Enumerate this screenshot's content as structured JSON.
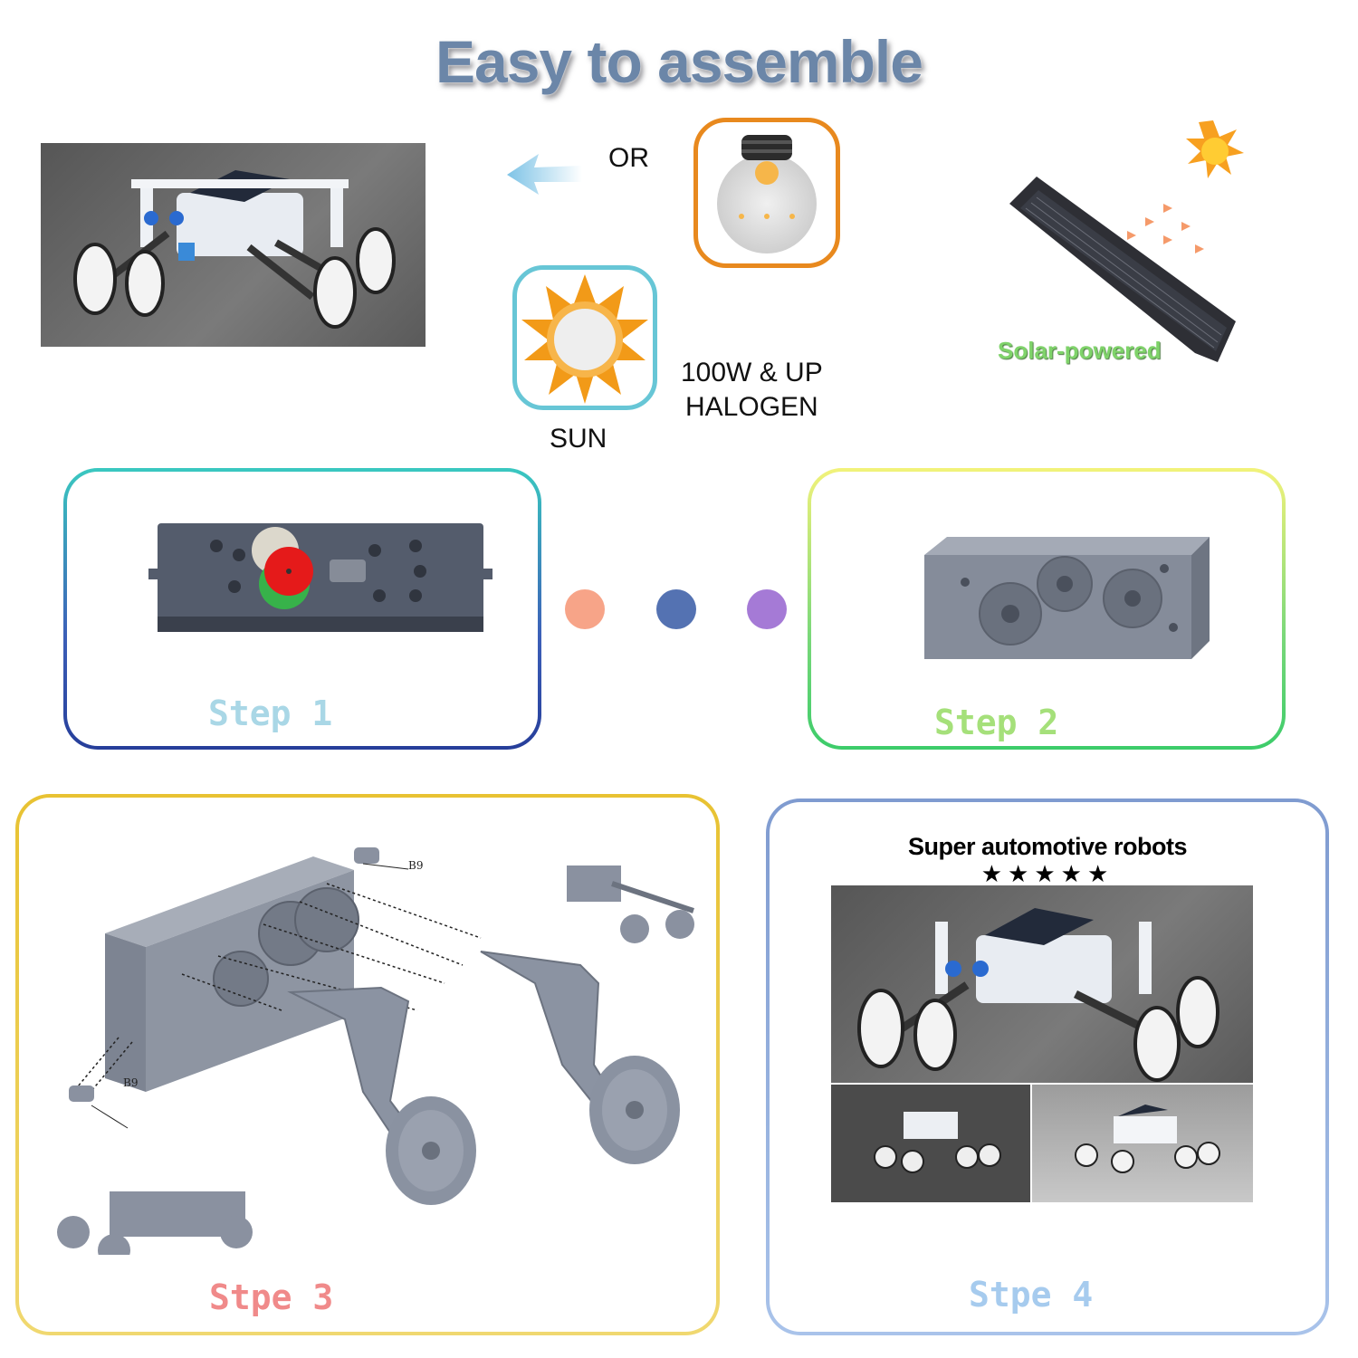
{
  "page": {
    "title": "Easy to assemble"
  },
  "light_sources": {
    "or_label": "OR",
    "halogen_line1": "100W & UP",
    "halogen_line2": "HALOGEN",
    "sun_label": "SUN",
    "solar_label": "Solar-powered"
  },
  "steps": {
    "step1": "Step 1",
    "step2": "Step 2",
    "step3": "Stpe 3",
    "step4": "Stpe 4",
    "b9_top": "B9",
    "b9_bottom": "B9"
  },
  "step4_panel": {
    "heading": "Super automotive robots",
    "stars": "★★★★★"
  },
  "colors": {
    "dot1": "#f7a488",
    "dot2": "#5472b2",
    "dot3": "#a57ad6",
    "step1_text": "#a9d7e6",
    "step2_text": "#a5e07a",
    "step3_text": "#f08a8a",
    "step4_text": "#a6cbee"
  },
  "icons": [
    "robot-photo",
    "arrow-left-icon",
    "halogen-lamp-icon",
    "sun-icon",
    "solar-panel-icon",
    "gearbox-icon",
    "wheel-icon"
  ]
}
